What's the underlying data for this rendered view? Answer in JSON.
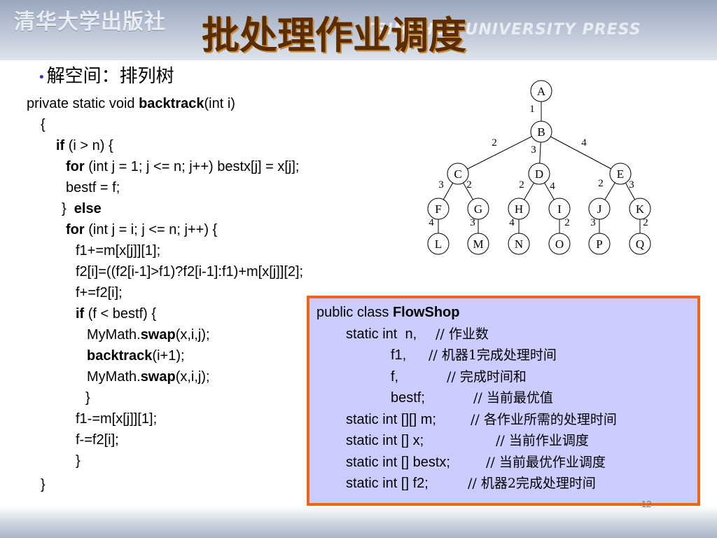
{
  "header": {
    "publisher": "清华大学出版社",
    "publisher_en": "TSINGHUA UNIVERSITY PRESS",
    "title": "批处理作业调度"
  },
  "subtitle": {
    "bullet": "•",
    "text": "解空间：排列树"
  },
  "code_lines": [
    [
      "private static void ",
      "backtrack",
      "(int i)"
    ],
    [
      "{",
      "",
      ""
    ],
    [
      "",
      "if",
      " (i > n) {"
    ],
    [
      "",
      "for",
      " (int j = 1; j <= n; j++) bestx[j] = x[j];"
    ],
    [
      "bestf = f;",
      "",
      ""
    ],
    [
      "}  ",
      "else",
      ""
    ],
    [
      "",
      "for",
      " (int j = i; j <= n; j++) {"
    ],
    [
      "f1+=m[x[j]][1];",
      "",
      ""
    ],
    [
      "f2[i]=((f2[i-1]>f1)?f2[i-1]:f1)+m[x[j]][2];",
      "",
      ""
    ],
    [
      "f+=f2[i];",
      "",
      ""
    ],
    [
      "",
      "if",
      " (f < bestf) {"
    ],
    [
      "MyMath.",
      "swap",
      "(x,i,j);"
    ],
    [
      "",
      "backtrack",
      "(i+1);"
    ],
    [
      "MyMath.",
      "swap",
      "(x,i,j);"
    ],
    [
      "}",
      "",
      ""
    ],
    [
      "f1-=m[x[j]][1];",
      "",
      ""
    ],
    [
      "f-=f2[i];",
      "",
      ""
    ],
    [
      "}",
      "",
      ""
    ],
    [
      "}",
      "",
      ""
    ]
  ],
  "tree": {
    "nodes": [
      "A",
      "B",
      "C",
      "D",
      "E",
      "F",
      "G",
      "H",
      "I",
      "J",
      "K",
      "L",
      "M",
      "N",
      "O",
      "P",
      "Q"
    ],
    "edge_labels": [
      "1",
      "2",
      "3",
      "4",
      "3",
      "2",
      "2",
      "4",
      "2",
      "3",
      "4",
      "3",
      "4",
      "2",
      "3",
      "2"
    ]
  },
  "flowshop": {
    "lines": [
      [
        "public class ",
        "FlowShop",
        ""
      ],
      [
        "static int  n,",
        "",
        "// 作业数"
      ],
      [
        "f1,",
        "",
        "// 机器1完成处理时间"
      ],
      [
        "f,",
        "",
        "// 完成时间和"
      ],
      [
        "bestf;",
        "",
        "// 当前最优值"
      ],
      [
        "static int [][] m;",
        "",
        "// 各作业所需的处理时间"
      ],
      [
        "static int [] x;",
        "",
        "// 当前作业调度"
      ],
      [
        "static int [] bestx;",
        "",
        "// 当前最优作业调度"
      ],
      [
        "static int [] f2;",
        "",
        "// 机器2完成处理时间"
      ]
    ]
  },
  "page_number": "12",
  "colors": {
    "title": "#5a2c00",
    "title_shadow": "#cc8a33",
    "box_fill": "#ccccff",
    "box_border": "#ee6611"
  }
}
